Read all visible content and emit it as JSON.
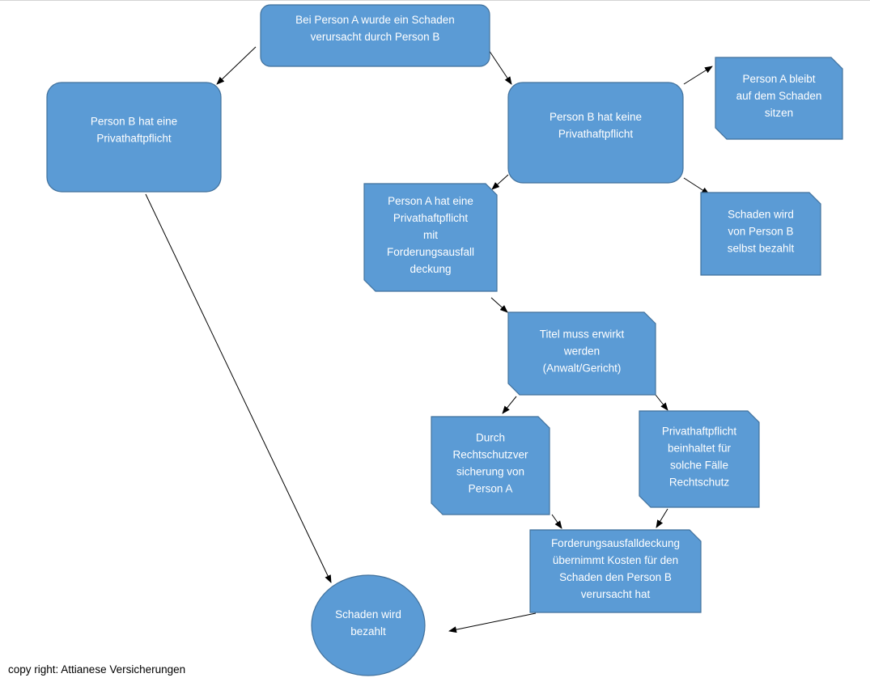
{
  "nodes": [
    {
      "id": "n1",
      "shape": "rounded",
      "lines": [
        "Bei Person A  wurde ein Schaden",
        "verursacht durch Person B"
      ]
    },
    {
      "id": "n2",
      "shape": "rounded",
      "lines": [
        "Person B hat eine",
        "Privathaftpflicht"
      ]
    },
    {
      "id": "n3",
      "shape": "rounded",
      "lines": [
        "Person B hat keine",
        "Privathaftpflicht"
      ]
    },
    {
      "id": "n4",
      "shape": "snipped-tr-bl",
      "lines": [
        "Person A bleibt",
        "auf dem Schaden",
        "sitzen"
      ]
    },
    {
      "id": "n5",
      "shape": "snipped-tr",
      "lines": [
        "Schaden wird",
        "von Person B",
        "selbst bezahlt"
      ]
    },
    {
      "id": "n6",
      "shape": "snipped-tr-bl",
      "lines": [
        "Person A hat eine",
        "Privathaftpflicht",
        "mit",
        "Forderungsausfall",
        "deckung"
      ]
    },
    {
      "id": "n7",
      "shape": "snipped-tr-bl",
      "lines": [
        "Titel muss erwirkt",
        "werden",
        "(Anwalt/Gericht)"
      ]
    },
    {
      "id": "n8",
      "shape": "snipped-tr-bl",
      "lines": [
        "Durch",
        "Rechtschutzver",
        "sicherung  von",
        "Person A"
      ]
    },
    {
      "id": "n9",
      "shape": "snipped-tr-bl",
      "lines": [
        "Privathaftpflicht",
        "beinhaltet für",
        "solche Fälle",
        "Rechtschutz"
      ]
    },
    {
      "id": "n10",
      "shape": "snipped-tr",
      "lines": [
        "Forderungsausfalldeckung",
        "übernimmt Kosten für den",
        "Schaden den Person B",
        "verursacht hat"
      ]
    },
    {
      "id": "n11",
      "shape": "ellipse",
      "lines": [
        "Schaden wird",
        "bezahlt"
      ]
    }
  ],
  "edges": [
    {
      "from": "n1",
      "to": "n2"
    },
    {
      "from": "n1",
      "to": "n3"
    },
    {
      "from": "n3",
      "to": "n4"
    },
    {
      "from": "n3",
      "to": "n5"
    },
    {
      "from": "n3",
      "to": "n6"
    },
    {
      "from": "n2",
      "to": "n11"
    },
    {
      "from": "n6",
      "to": "n7"
    },
    {
      "from": "n7",
      "to": "n8"
    },
    {
      "from": "n7",
      "to": "n9"
    },
    {
      "from": "n8",
      "to": "n10"
    },
    {
      "from": "n9",
      "to": "n10"
    },
    {
      "from": "n10",
      "to": "n11"
    }
  ],
  "colors": {
    "fill": "#5b9bd5",
    "stroke": "#41719c",
    "text": "#ffffff"
  },
  "footer": {
    "copyright": "copy right: Attianese Versicherungen"
  }
}
